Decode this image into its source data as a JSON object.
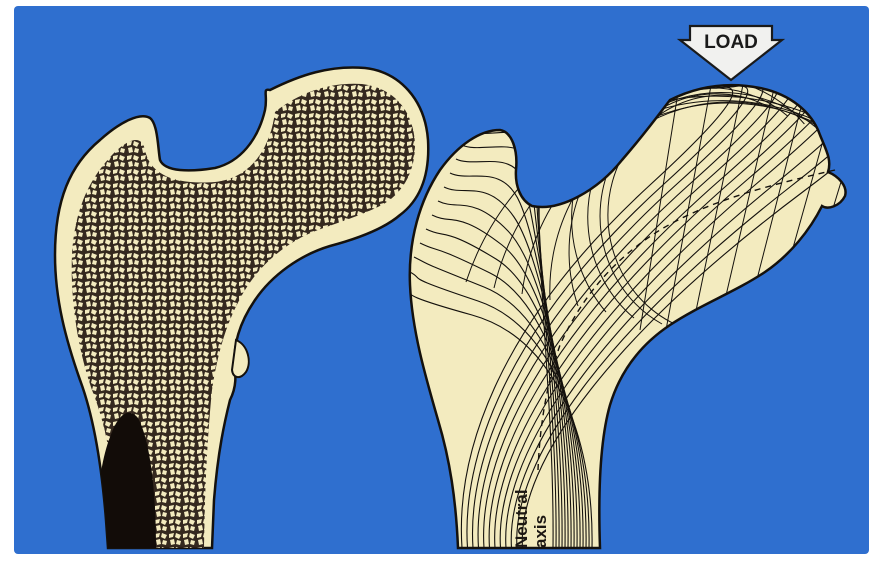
{
  "colors": {
    "background": "#2f6fcf",
    "bone_fill": "#f3ebbf",
    "outline": "#14110d",
    "trabecular": "#2b1f17",
    "marrow": "#120c08"
  },
  "labels": {
    "load": "LOAD",
    "neutral_axis_line1": "Neutral",
    "neutral_axis_line2": "axis"
  },
  "icons": {
    "load_arrow": "down-arrow-icon"
  }
}
